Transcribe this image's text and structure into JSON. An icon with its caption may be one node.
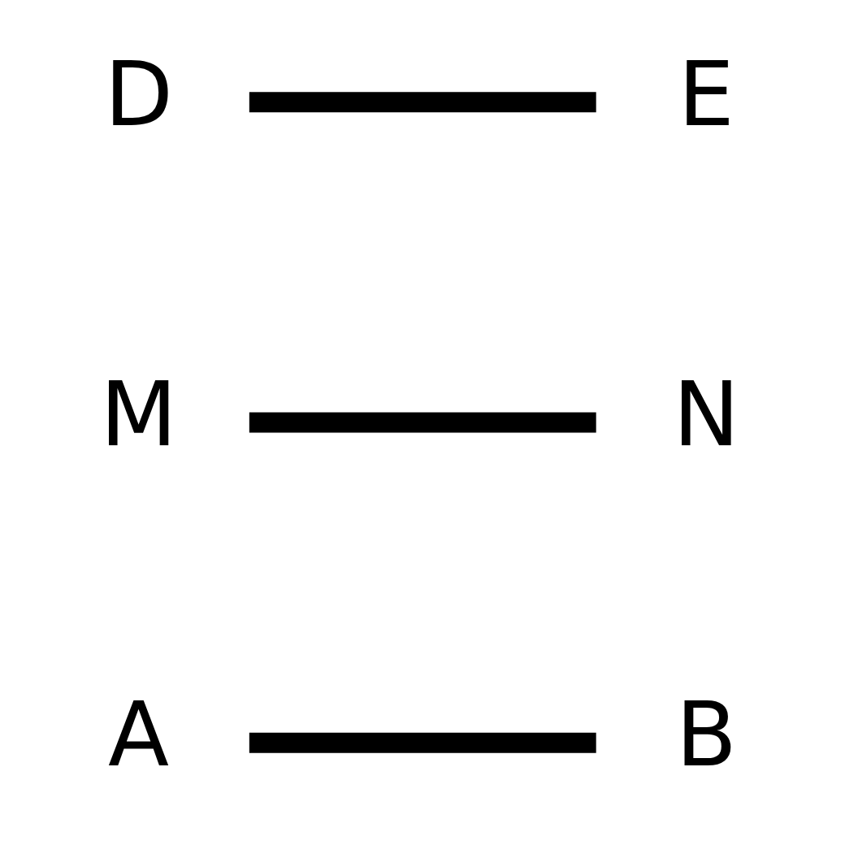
{
  "diagram": {
    "nodes": [
      {
        "text": [
          "A"
        ]
      },
      {
        "text": [
          "M"
        ]
      },
      {
        "text": [
          "N"
        ]
      },
      {
        "text": [
          "B"
        ]
      },
      {
        "text": [
          "D"
        ]
      },
      {
        "text": [
          "E"
        ]
      }
    ],
    "edges": [
      {
        "from": 0,
        "to": 3,
        "arrow": "none"
      },
      {
        "from": 1,
        "to": 2,
        "arrow": "none"
      },
      {
        "from": 4,
        "to": 5,
        "arrow": "none"
      }
    ]
  }
}
